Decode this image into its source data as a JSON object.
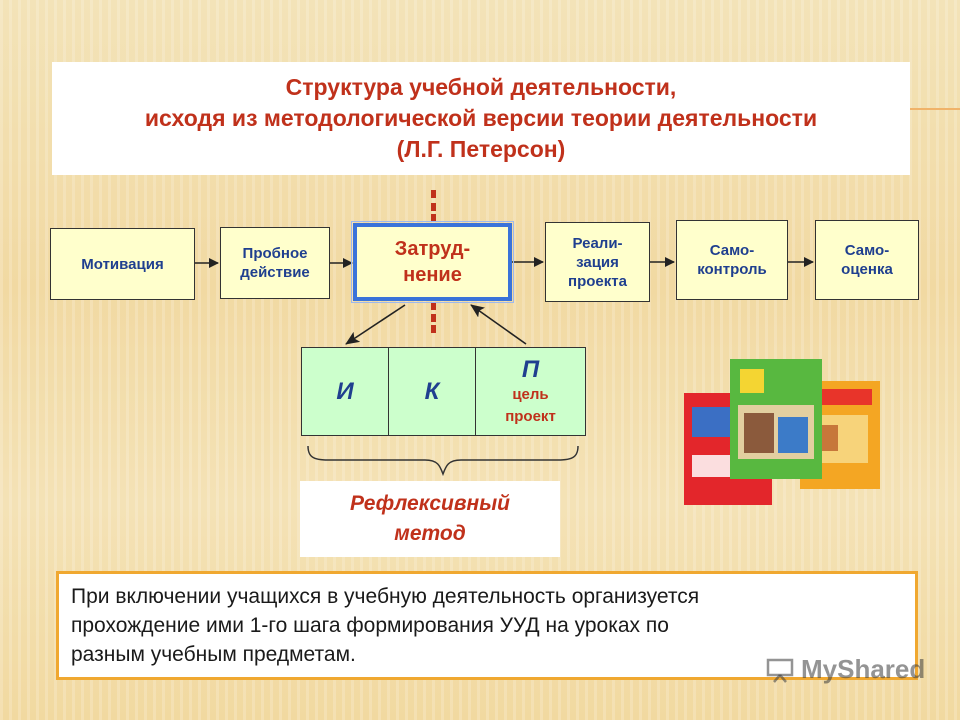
{
  "title": {
    "line1": "Структура учебной деятельности,",
    "line2": "исходя из методологической версии теории деятельности",
    "line3": "(Л.Г. Петерсон)"
  },
  "stages": [
    {
      "lines": [
        "Мотивация"
      ]
    },
    {
      "lines": [
        "Пробное",
        "действие"
      ]
    },
    {
      "lines": [
        "Затруд-",
        "нение"
      ]
    },
    {
      "lines": [
        "Реали-",
        "зация",
        "проекта"
      ]
    },
    {
      "lines": [
        "Само-",
        "контроль"
      ]
    },
    {
      "lines": [
        "Само-",
        "оценка"
      ]
    }
  ],
  "ikp": {
    "i": "И",
    "k": "К",
    "p": "П",
    "p_line1": "цель",
    "p_line2": "проект"
  },
  "method": {
    "line1": "Рефлексивный",
    "line2": "метод"
  },
  "note": {
    "line1": "При включении учащихся в учебную деятельность организуется",
    "line2": "прохождение ими 1-го шага формирования УУД на уроках по",
    "line3": "разным учебным предметам."
  },
  "watermark": "MyShared",
  "colors": {
    "title_red": "#c0311b",
    "stage_fill": "#ffffcc",
    "stage_text": "#1f3f8f",
    "highlight_border": "#3a73d9",
    "ikp_fill": "#ccffcc",
    "note_border": "#f0a830"
  }
}
